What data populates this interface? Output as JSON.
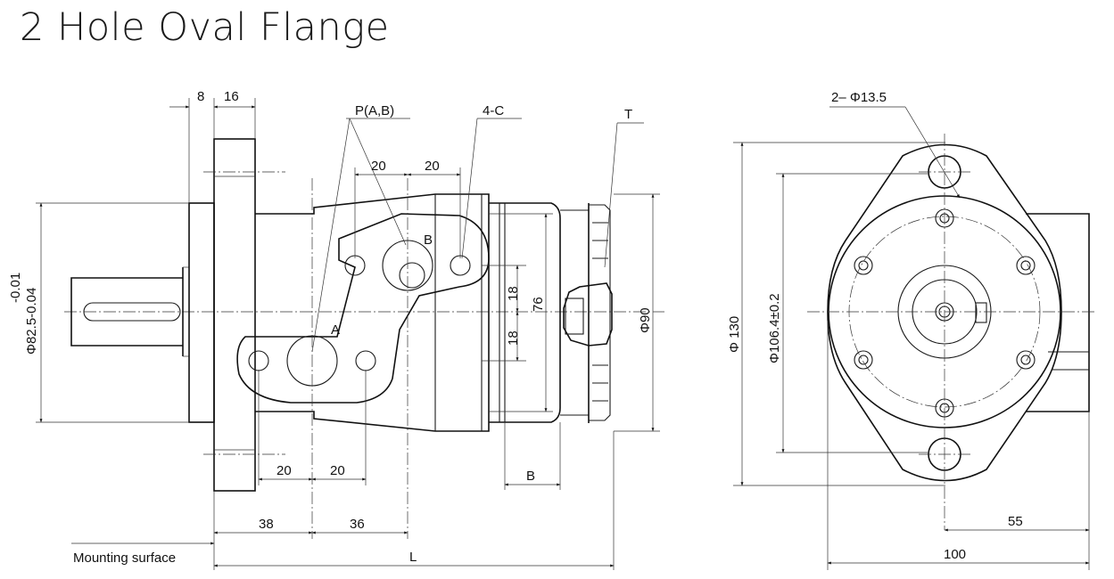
{
  "title": "2 Hole Oval Flange",
  "side_view": {
    "dims": {
      "d8": "8",
      "d16": "16",
      "port_label": "P(A,B)",
      "hole_label": "4-C",
      "tank_label": "T",
      "d20_top_left": "20",
      "d20_top_right": "20",
      "port_b": "B",
      "port_a": "A",
      "d18_top": "18",
      "d18_bottom": "18",
      "d76": "76",
      "d90": "Φ90",
      "d82": "Φ82.5-0.04",
      "d82_tol": "-0.01",
      "d20_bottom_left": "20",
      "d20_bottom_right": "20",
      "dim_b": "B",
      "d38": "38",
      "d36": "36",
      "dim_l": "L",
      "mounting": "Mounting surface"
    }
  },
  "front_view": {
    "dims": {
      "holes": "2– Φ13.5",
      "d130": "Φ 130",
      "d106": "Φ106.4±0.2",
      "d55": "55",
      "d100": "100"
    }
  }
}
